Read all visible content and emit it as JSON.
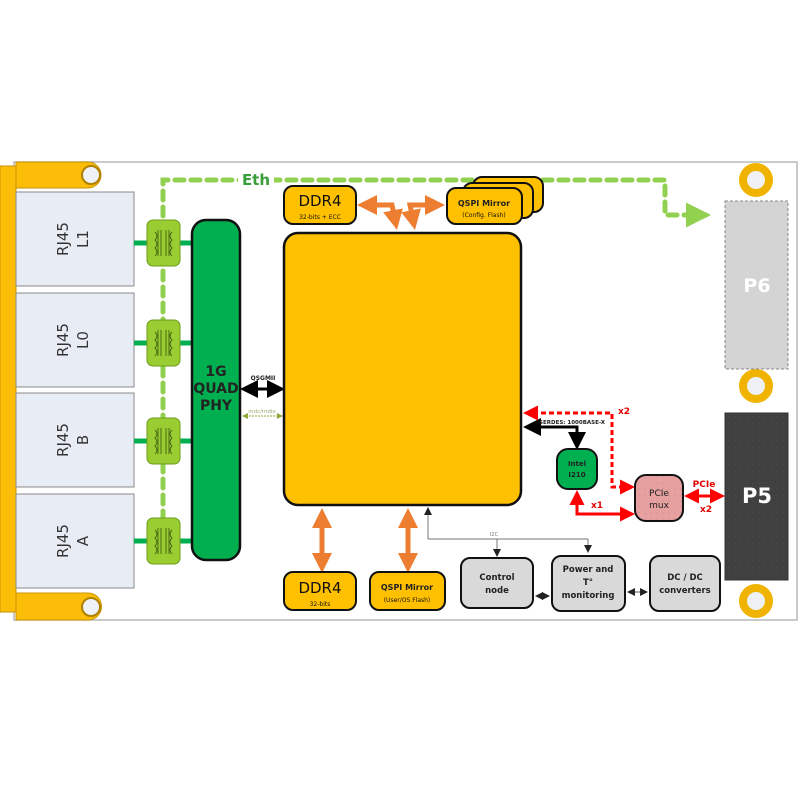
{
  "colors": {
    "board_border": "#b8b8b8",
    "bracket": "#fbbd08",
    "rj45_fill": "#e8ecf5",
    "magnetics": "#9acd32",
    "phy": "#00b050",
    "fpga": "#ffc000",
    "eth_dash": "#92d050",
    "orange_arrow": "#ed7d31",
    "pcie_red": "#ff0000",
    "p6_fill": "#d4d4d4",
    "p5_fill": "#404040",
    "gray_block": "#d9d9d9",
    "pcie_mux": "#e6a0a0"
  },
  "rj45_ports": [
    {
      "line1": "RJ45",
      "line2": "L1"
    },
    {
      "line1": "RJ45",
      "line2": "L0"
    },
    {
      "line1": "RJ45",
      "line2": "B"
    },
    {
      "line1": "RJ45",
      "line2": "A"
    }
  ],
  "eth_label": "Eth",
  "phy": {
    "line1": "1G",
    "line2": "QUAD",
    "line3": "PHY"
  },
  "qsgmii_label": "QSGMII",
  "mdio_label": "mdc/mdio",
  "ddr4_top": {
    "title": "DDR4",
    "subtitle": "32-bits + ECC"
  },
  "qspi_top": {
    "title": "QSPI Mirror",
    "subtitle": "(Config. Flash)"
  },
  "ddr4_bottom": {
    "title": "DDR4",
    "subtitle": "32-bits"
  },
  "qspi_bottom": {
    "title": "QSPI Mirror",
    "subtitle": "(User/OS Flash)"
  },
  "serdes_label": "SERDES: 1000BASE-X",
  "intel": {
    "line1": "Intel",
    "line2": "I210"
  },
  "pcie_mux": {
    "line1": "PCIe",
    "line2": "mux"
  },
  "x2_top_label": "x2",
  "x1_label": "x1",
  "pcie_label": "PCIe",
  "x2_right_label": "x2",
  "i2c_label": "I2C",
  "control_node": {
    "line1": "Control",
    "line2": "node"
  },
  "power_mon": {
    "line1": "Power and",
    "line2": "T°",
    "line3": "monitoring"
  },
  "dcdc": {
    "line1": "DC / DC",
    "line2": "converters"
  },
  "p6_label": "P6",
  "p5_label": "P5"
}
